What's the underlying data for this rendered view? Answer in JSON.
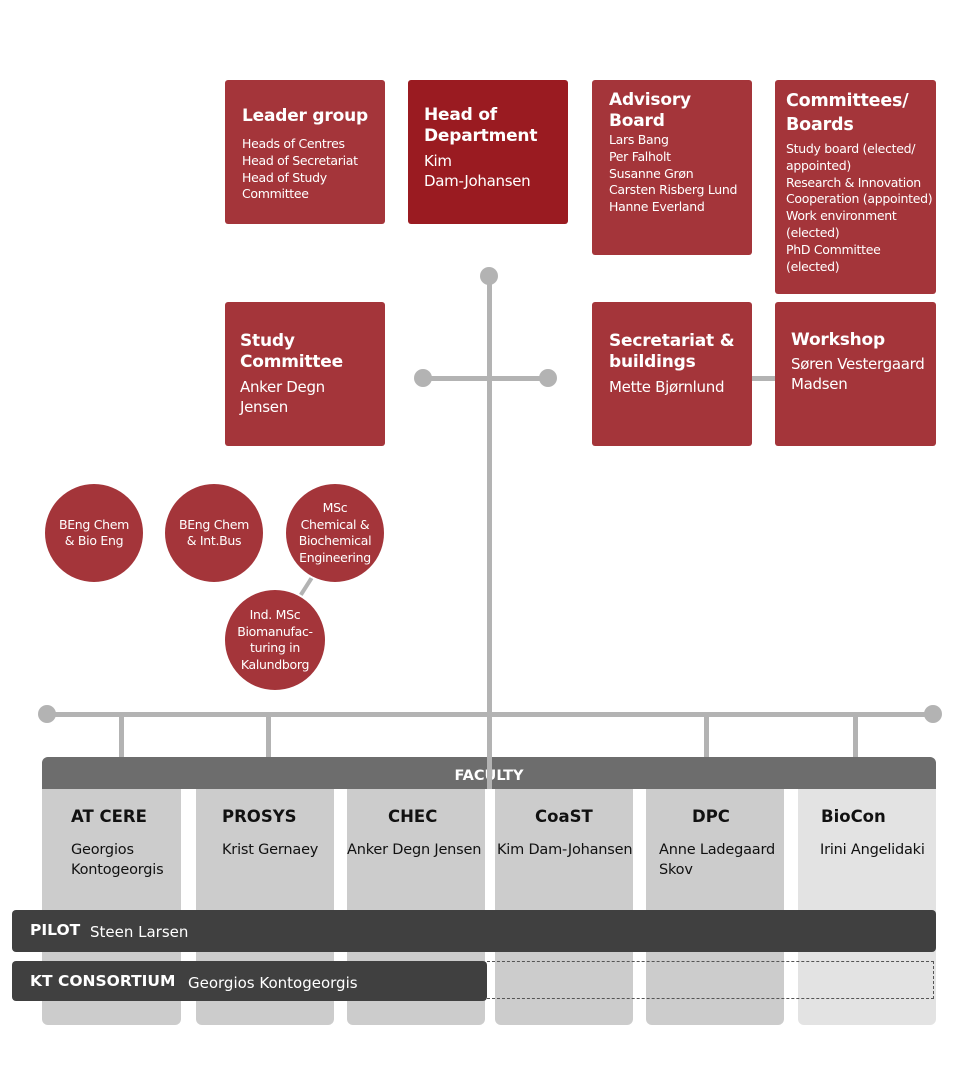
{
  "colors": {
    "red": "#a4353a",
    "dark_red": "#9a1b21",
    "connector": "#b3b3b3",
    "faculty_bar": "#6d6d6d",
    "band": "#404040"
  },
  "leader_group": {
    "title": "Leader group",
    "lines": [
      "Heads of Centres",
      "Head of Secretariat",
      "Head of Study",
      "Committee"
    ]
  },
  "head_of_department": {
    "title_lines": [
      "Head of",
      "Department"
    ],
    "name_lines": [
      "Kim",
      "Dam-Johansen"
    ]
  },
  "advisory_board": {
    "title_lines": [
      "Advisory",
      "Board"
    ],
    "members": [
      "Lars Bang",
      "Per Falholt",
      "Susanne Grøn",
      "Carsten Risberg Lund",
      "Hanne Everland"
    ]
  },
  "committees": {
    "title_lines": [
      "Committees/",
      "Boards"
    ],
    "lines": [
      "Study board (elected/",
      "appointed)",
      "Research & Innovation",
      "Cooperation (appointed)",
      "Work environment",
      "(elected)",
      "PhD Committee (elected)"
    ]
  },
  "study_committee": {
    "title_lines": [
      "Study",
      "Committee"
    ],
    "name_lines": [
      "Anker Degn",
      "Jensen"
    ]
  },
  "secretariat": {
    "title_lines": [
      "Secretariat &",
      "buildings"
    ],
    "name": "Mette Bjørnlund"
  },
  "workshop": {
    "title": "Workshop",
    "name_lines": [
      "Søren Vestergaard",
      "Madsen"
    ]
  },
  "programmes": [
    {
      "lines": [
        "BEng Chem",
        "& Bio Eng"
      ]
    },
    {
      "lines": [
        "BEng Chem",
        "& Int.Bus"
      ]
    },
    {
      "lines": [
        "MSc",
        "Chemical &",
        "Biochemical",
        "Engineering"
      ]
    },
    {
      "lines": [
        "Ind. MSc",
        "Biomanufac-",
        "turing in",
        "Kalundborg"
      ]
    }
  ],
  "faculty_label": "FACULTY",
  "centres": [
    {
      "name": "AT CERE",
      "person_lines": [
        "Georgios",
        "Kontogeorgis"
      ]
    },
    {
      "name": "PROSYS",
      "person_lines": [
        "Krist Gernaey"
      ]
    },
    {
      "name": "CHEC",
      "person_lines": [
        "Anker Degn Jensen"
      ]
    },
    {
      "name": "CoaST",
      "person_lines": [
        "Kim Dam-Johansen"
      ]
    },
    {
      "name": "DPC",
      "person_lines": [
        "Anne Ladegaard",
        "Skov"
      ]
    },
    {
      "name": "BioCon",
      "person_lines": [
        "Irini Angelidaki"
      ]
    }
  ],
  "pilot": {
    "label": "PILOT",
    "person": "Steen Larsen"
  },
  "kt_consortium": {
    "label": "KT CONSORTIUM",
    "person": "Georgios Kontogeorgis"
  }
}
